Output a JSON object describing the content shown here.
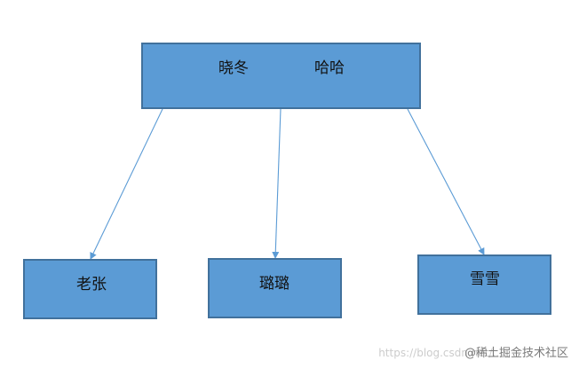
{
  "colors": {
    "node_fill": "#5b9bd5",
    "node_border": "#41719c",
    "edge": "#5b9bd5"
  },
  "root": {
    "label_left": "晓冬",
    "label_right": "哈哈"
  },
  "children": [
    {
      "label": "老张"
    },
    {
      "label": "璐璐"
    },
    {
      "label": "雪雪"
    }
  ],
  "edges": [
    {
      "from": "root",
      "to": "children.0"
    },
    {
      "from": "root",
      "to": "children.1"
    },
    {
      "from": "root",
      "to": "children.2"
    }
  ],
  "watermark": {
    "url": "https://blog.csdn.net/...",
    "brand": "@稀土掘金技术社区"
  }
}
